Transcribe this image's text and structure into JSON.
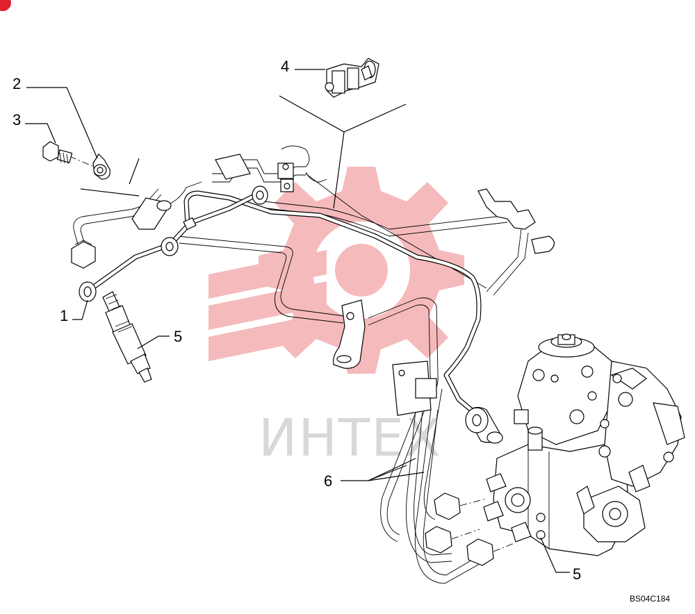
{
  "diagram": {
    "drawing_code": "BS04C184",
    "watermark_text": "ИНТЕХ",
    "callouts": [
      {
        "id": "c1",
        "label": "1"
      },
      {
        "id": "c2",
        "label": "2"
      },
      {
        "id": "c3",
        "label": "3"
      },
      {
        "id": "c4",
        "label": "4"
      },
      {
        "id": "c5a",
        "label": "5"
      },
      {
        "id": "c5b",
        "label": "5"
      },
      {
        "id": "c6",
        "label": "6"
      }
    ],
    "colors": {
      "lines": "#000000",
      "watermark_logo": "#f2a3a6",
      "watermark_text": "#d8d8d8",
      "corner_badge": "#e0202e"
    },
    "icons": [
      "fuel-injector-icon",
      "injection-pump-icon",
      "clamp-icon",
      "banjo-bolt-icon"
    ]
  }
}
